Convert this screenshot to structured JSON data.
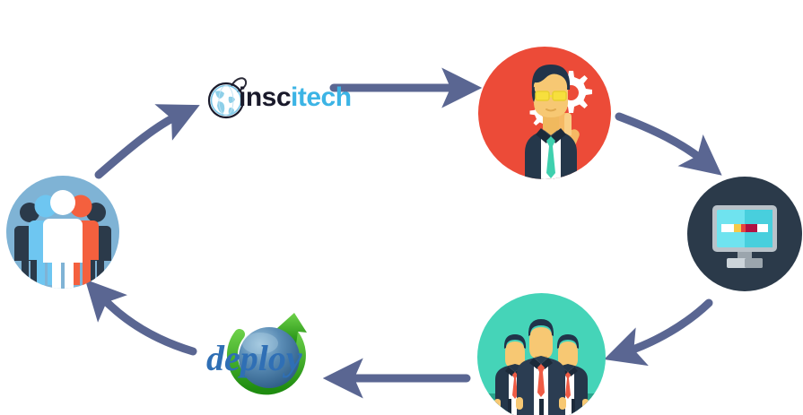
{
  "diagram": {
    "title": "Inscitech Process Cycle",
    "type": "cyclical-process-flow",
    "background_color": "#ffffff",
    "arrow_color": "#5a6692",
    "direction": "clockwise"
  },
  "nodes": [
    {
      "id": "people-group",
      "label": "People Group",
      "icon": "people-group-icon",
      "position": "left",
      "circle_color": "#7fb3d5",
      "figure_colors": [
        "#2b3a4a",
        "#6ec6f1",
        "#ffffff",
        "#f4603e",
        "#2b3a4a"
      ]
    },
    {
      "id": "inscitech-logo",
      "label": "inscitech",
      "label_part_dark": "insc",
      "label_part_light": "itech",
      "icon": "globe-icon",
      "position": "top-left",
      "dark_color": "#1a1a2b",
      "light_color": "#3cb4e5"
    },
    {
      "id": "consultant",
      "label": "Consultant With Gears",
      "icon": "consultant-gears-icon",
      "position": "top-right",
      "circle_color": "#ec4b38",
      "suit_color": "#25374a",
      "tie_color": "#3fd0ae",
      "skin_color": "#f7c873",
      "hair_color": "#21344a",
      "gear_color": "#ffffff"
    },
    {
      "id": "monitor",
      "label": "Monitor Development",
      "icon": "monitor-icon",
      "position": "right",
      "circle_color": "#2b3a4a",
      "screen_color": "#54dbe8",
      "bezel_color": "#b9c2c9",
      "bar_colors": [
        "#ffffff",
        "#f7c948",
        "#b01243"
      ]
    },
    {
      "id": "team",
      "label": "Business Team",
      "icon": "business-team-icon",
      "position": "bottom-right",
      "circle_color": "#45d4b8",
      "ground_color": "#2aa48c",
      "suit_color": "#25374a",
      "tie_color": "#ef5b44",
      "skin_color": "#f7c873"
    },
    {
      "id": "deploy-logo",
      "label": "deploy",
      "icon": "deploy-globe-arrow-icon",
      "position": "bottom-left",
      "text_color": "#2f6fb5",
      "sphere_color": "#4a7fad",
      "arrow_color": "#43b02a"
    }
  ],
  "arrows": [
    {
      "id": "arrow-people-to-inscitech",
      "from": "people-group",
      "to": "inscitech-logo",
      "shape": "curve-up-right"
    },
    {
      "id": "arrow-inscitech-to-consultant",
      "from": "inscitech-logo",
      "to": "consultant",
      "shape": "straight-right"
    },
    {
      "id": "arrow-consultant-to-monitor",
      "from": "consultant",
      "to": "monitor",
      "shape": "curve-down-right"
    },
    {
      "id": "arrow-monitor-to-team",
      "from": "monitor",
      "to": "team",
      "shape": "curve-down-left"
    },
    {
      "id": "arrow-team-to-deploy",
      "from": "team",
      "to": "deploy-logo",
      "shape": "straight-left"
    },
    {
      "id": "arrow-deploy-to-people",
      "from": "deploy-logo",
      "to": "people-group",
      "shape": "curve-up-left"
    }
  ]
}
